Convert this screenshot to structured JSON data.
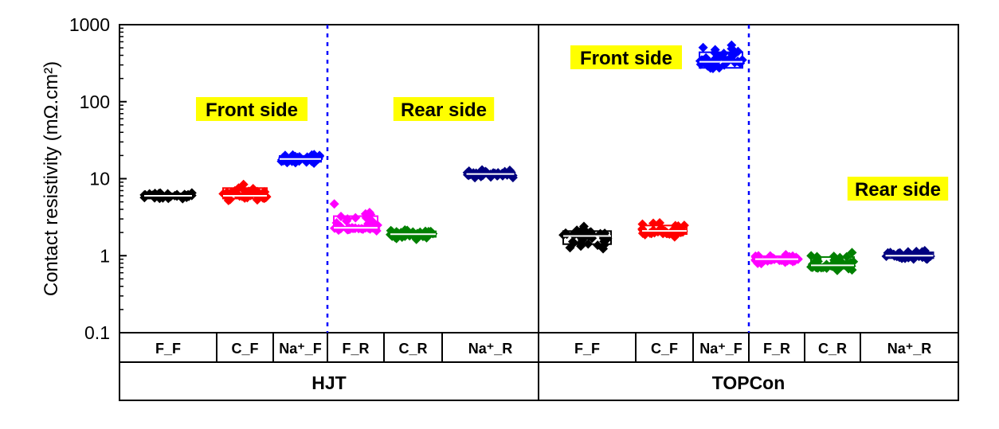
{
  "chart_data": {
    "type": "scatter",
    "ylabel": "Contact resistivity (mΩ.cm²)",
    "y_scale": "log",
    "ylim": [
      0.1,
      1000
    ],
    "y_ticks": [
      "0.1",
      "1",
      "10",
      "100",
      "1000"
    ],
    "grid": false,
    "groups": [
      {
        "name": "HJT",
        "categories": [
          "F_F",
          "C_F",
          "Na⁺_F",
          "F_R",
          "C_R",
          "Na⁺_R"
        ],
        "annotations": [
          "Front side",
          "Rear side"
        ],
        "series": [
          {
            "category": "F_F",
            "color": "#000000",
            "center": 6,
            "min": 5,
            "max": 7
          },
          {
            "category": "C_F",
            "color": "#ff0000",
            "center": 6,
            "min": 5,
            "max": 10
          },
          {
            "category": "Na⁺_F",
            "color": "#0000ff",
            "center": 18,
            "min": 15,
            "max": 22
          },
          {
            "category": "F_R",
            "color": "#ff00ff",
            "center": 2.3,
            "min": 2.0,
            "max": 5.0
          },
          {
            "category": "C_R",
            "color": "#008000",
            "center": 1.9,
            "min": 1.6,
            "max": 2.3
          },
          {
            "category": "Na⁺_R",
            "color": "#000080",
            "center": 11.5,
            "min": 10,
            "max": 13.5
          }
        ]
      },
      {
        "name": "TOPCon",
        "categories": [
          "F_F",
          "C_F",
          "Na⁺_F",
          "F_R",
          "C_R",
          "Na⁺_R"
        ],
        "annotations": [
          "Front side",
          "Rear side"
        ],
        "series": [
          {
            "category": "F_F",
            "color": "#000000",
            "center": 1.8,
            "min": 1.05,
            "max": 2.5
          },
          {
            "category": "C_F",
            "color": "#ff0000",
            "center": 2.1,
            "min": 1.7,
            "max": 3.0
          },
          {
            "category": "Na⁺_F",
            "color": "#0000ff",
            "center": 330,
            "min": 220,
            "max": 620
          },
          {
            "category": "F_R",
            "color": "#ff00ff",
            "center": 0.9,
            "min": 0.75,
            "max": 1.1
          },
          {
            "category": "C_R",
            "color": "#008000",
            "center": 0.75,
            "min": 0.6,
            "max": 1.3
          },
          {
            "category": "Na⁺_R",
            "color": "#000080",
            "center": 1.0,
            "min": 0.85,
            "max": 1.25
          }
        ]
      }
    ]
  }
}
